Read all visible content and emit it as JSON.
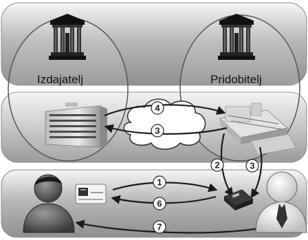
{
  "labels": {
    "issuer": "Izdajatelj",
    "acquirer": "Pridobitelj"
  },
  "steps": {
    "s1": "1",
    "s2": "2",
    "s3a": "3",
    "s3b": "3",
    "s4": "4",
    "s6": "6",
    "s7": "7"
  }
}
